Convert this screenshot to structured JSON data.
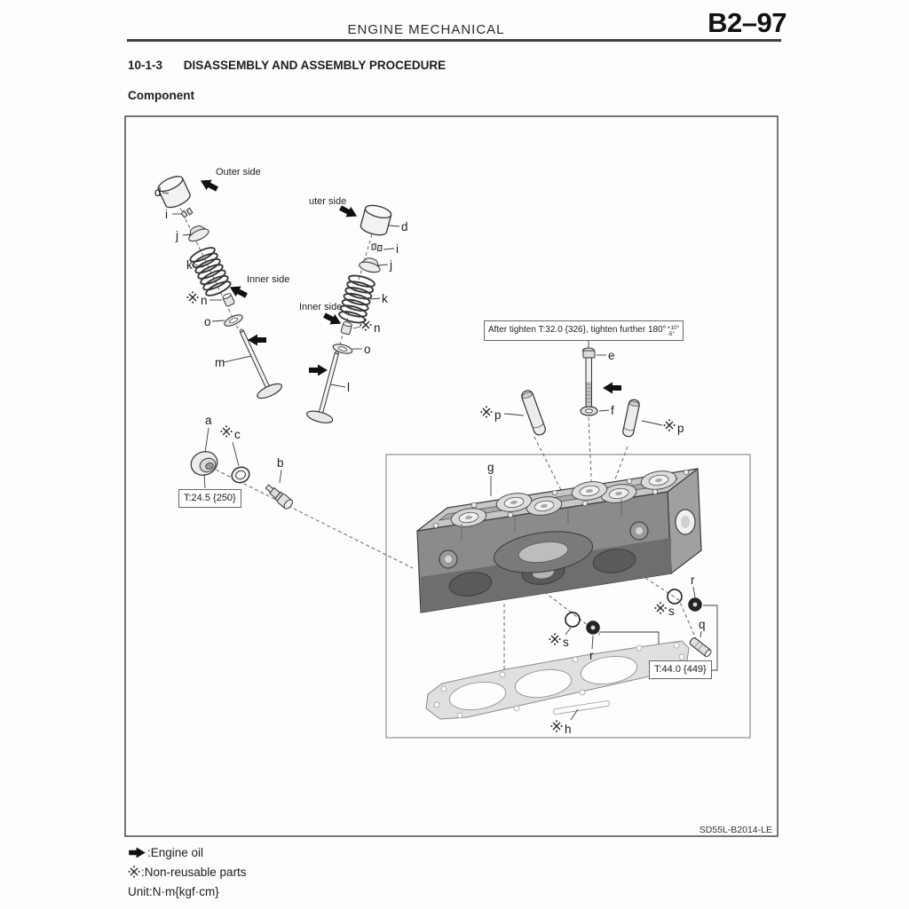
{
  "header": {
    "title": "ENGINE MECHANICAL",
    "page_number": "B2–97"
  },
  "section": {
    "number": "10-1-3",
    "title": "DISASSEMBLY AND ASSEMBLY PROCEDURE"
  },
  "subsection": {
    "title": "Component"
  },
  "figure": {
    "code": "SD55L-B2014-LE",
    "direction_labels": {
      "outer_left": "Outer side",
      "outer_right": "uter side",
      "inner_left": "Inner side",
      "inner_right": "Inner side"
    },
    "parts": {
      "a": "a",
      "b": "b",
      "c": "c",
      "d": "d",
      "e": "e",
      "f": "f",
      "g": "g",
      "h": "h",
      "i": "i",
      "j": "j",
      "k": "k",
      "l": "l",
      "m": "m",
      "n": "n",
      "o": "o",
      "p": "p",
      "q": "q",
      "r": "r",
      "s": "s"
    },
    "non_reusable_mark": "※",
    "callouts": {
      "plug_torque": "T:24.5 {250}",
      "head_bolt": "After tighten T:32.0 {326}, tighten further 180°",
      "head_bolt_tol_plus": "+10°",
      "head_bolt_tol_minus": "-5°",
      "stud_torque": "T:44.0 {449}"
    }
  },
  "legend": {
    "engine_oil": ":Engine oil",
    "non_reusable": ":Non-reusable parts",
    "unit": "Unit:N·m{kgf·cm}"
  }
}
